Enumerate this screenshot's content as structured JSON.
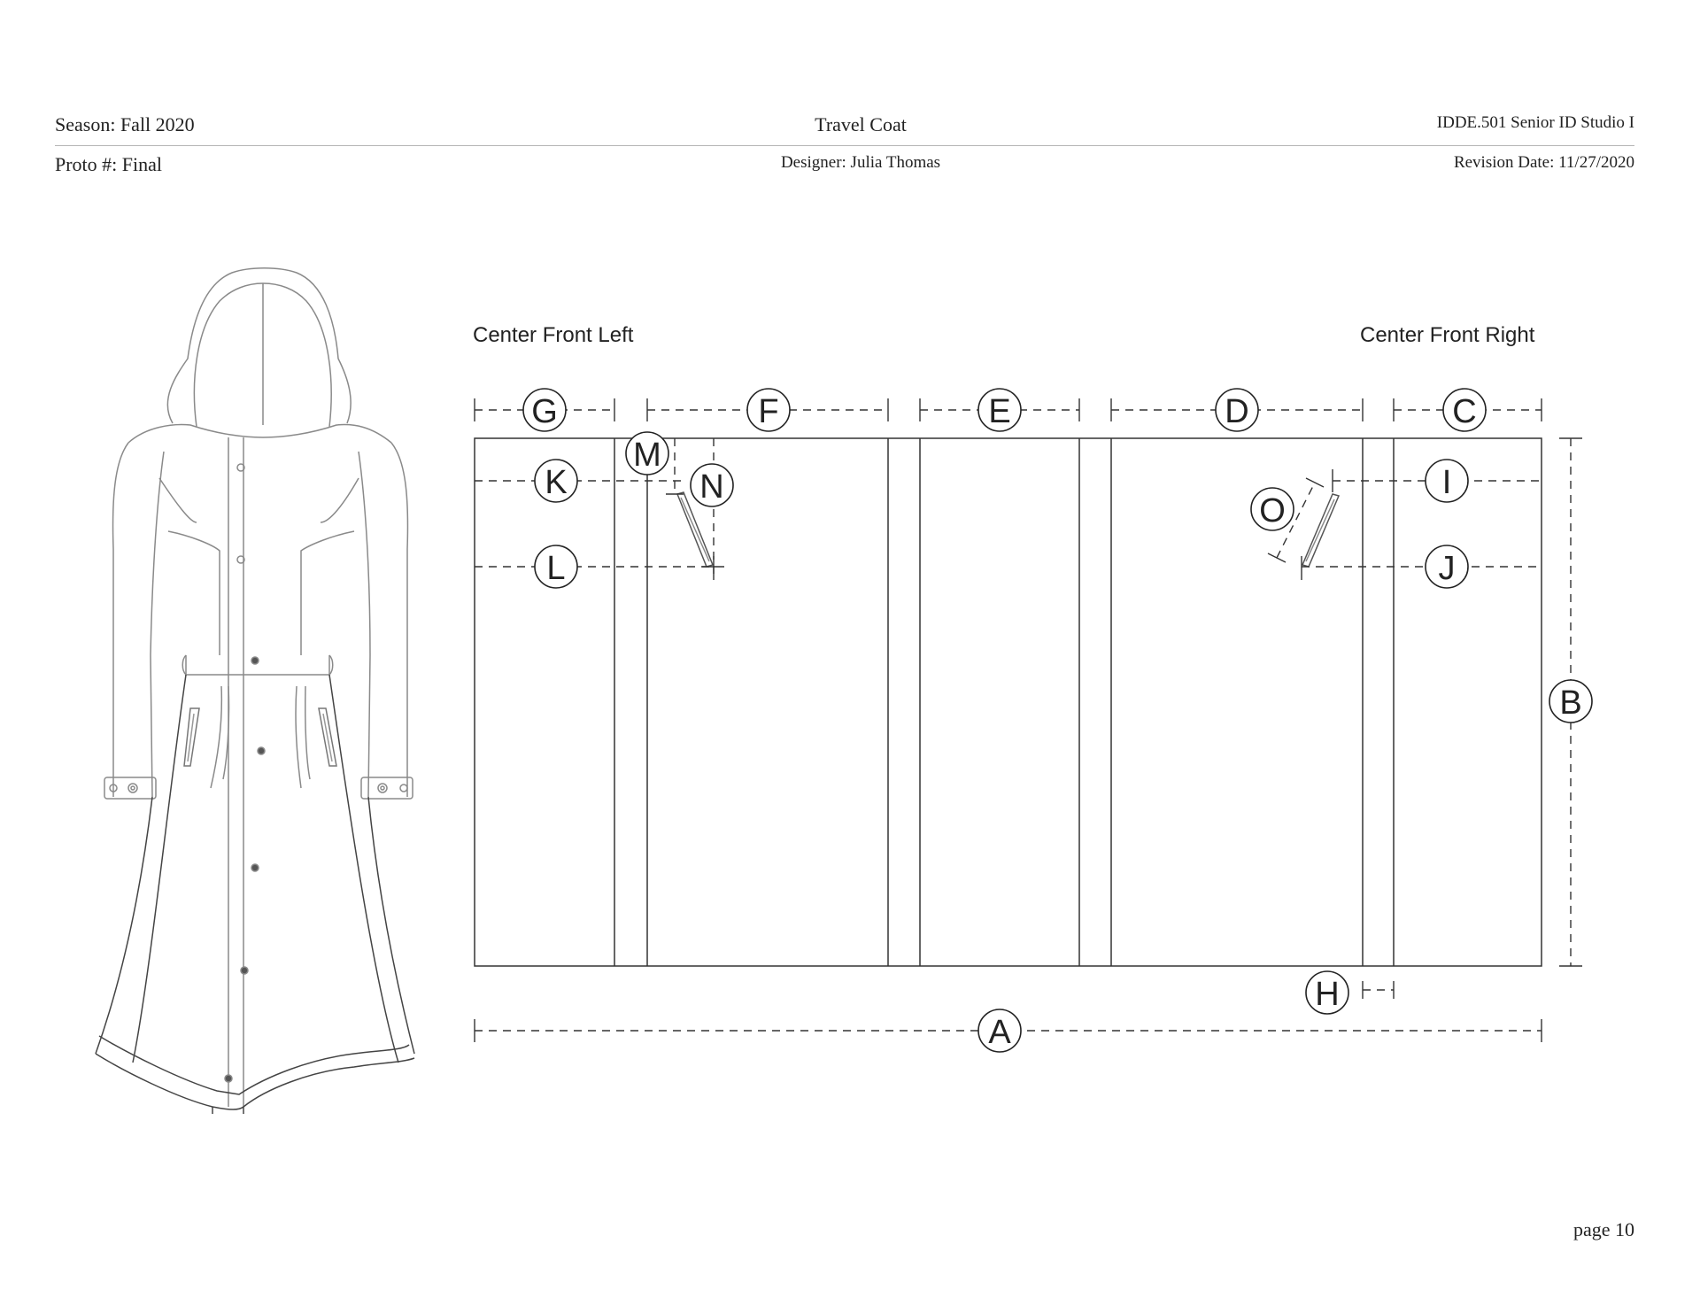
{
  "header": {
    "season": "Season: Fall 2020",
    "title": "Travel Coat",
    "course": "IDDE.501 Senior ID Studio I",
    "proto": "Proto #: Final",
    "designer": "Designer: Julia Thomas",
    "revision": "Revision Date: 11/27/2020"
  },
  "diagram": {
    "label_left": "Center Front Left",
    "label_right": "Center Front Right",
    "callouts": {
      "a": "A",
      "b": "B",
      "c": "C",
      "d": "D",
      "e": "E",
      "f": "F",
      "g": "G",
      "h": "H",
      "i": "I",
      "j": "J",
      "k": "K",
      "l": "L",
      "m": "M",
      "n": "N",
      "o": "O"
    }
  },
  "footer": {
    "page": "page 10"
  }
}
